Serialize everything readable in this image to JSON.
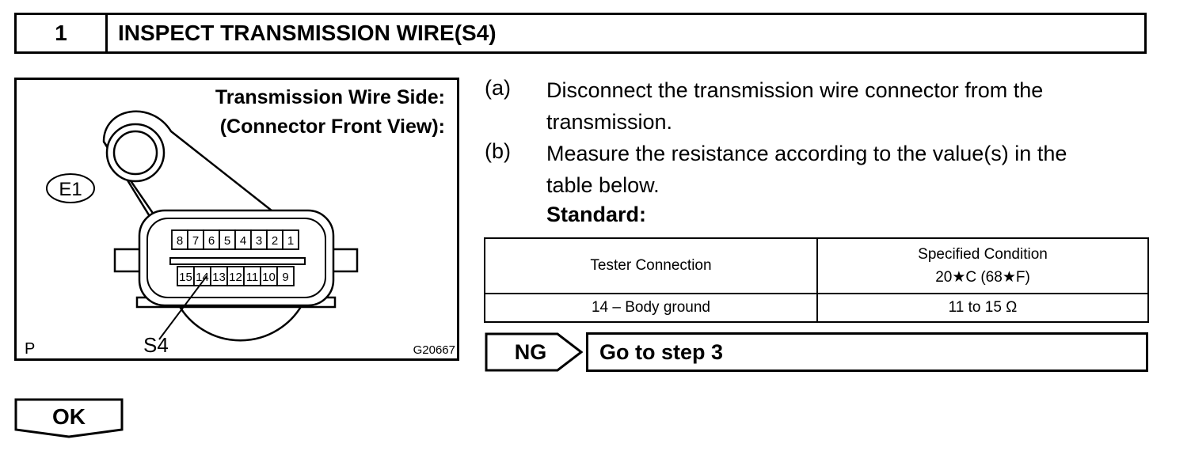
{
  "step": {
    "number": "1",
    "title": "INSPECT TRANSMISSION WIRE(S4)"
  },
  "figure": {
    "label_line1": "Transmission Wire Side:",
    "label_line2": "(Connector Front View):",
    "connector_tag": "E1",
    "wire_tag": "S4",
    "corner_mark": "P",
    "figure_id": "G20667",
    "pins_top": [
      "8",
      "7",
      "6",
      "5",
      "4",
      "3",
      "2",
      "1"
    ],
    "pins_bottom": [
      "15",
      "14",
      "13",
      "12",
      "11",
      "10",
      "9"
    ]
  },
  "instructions": [
    {
      "letter": "(a)",
      "lines": [
        "Disconnect the transmission wire connector from the",
        "transmission."
      ]
    },
    {
      "letter": "(b)",
      "lines": [
        "Measure the resistance according to the value(s) in the",
        "table below."
      ]
    }
  ],
  "standard_label": "Standard:",
  "spec_table": {
    "header_col1": "Tester Connection",
    "header_col2_line1": "Specified Condition",
    "header_col2_line2": "20★C (68★F)",
    "row_connection": "14 – Body ground",
    "row_condition": "11 to 15 Ω"
  },
  "ng": {
    "label": "NG",
    "action": "Go to step 3"
  },
  "ok": {
    "label": "OK"
  }
}
